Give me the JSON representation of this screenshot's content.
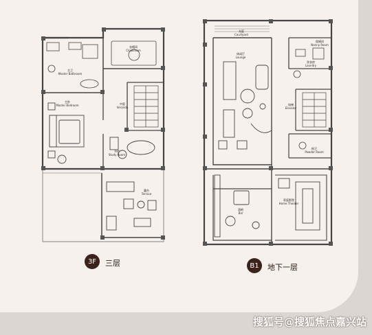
{
  "floors": [
    {
      "badge": "3F",
      "name": "三层",
      "rooms": [
        {
          "cn": "主卫",
          "en": "Master Bathroom"
        },
        {
          "cn": "衣帽间",
          "en": "Cloakroom"
        },
        {
          "cn": "主卧",
          "en": "Master Bedroom"
        },
        {
          "cn": "书房",
          "en": "Study Room"
        },
        {
          "cn": "中庭",
          "en": "Veranda"
        },
        {
          "cn": "露台",
          "en": "Terrace"
        }
      ]
    },
    {
      "badge": "B1",
      "name": "地下一层",
      "rooms": [
        {
          "cn": "休闲厅",
          "en": "Lounge"
        },
        {
          "cn": "光庭",
          "en": "Courtyard"
        },
        {
          "cn": "保姆间",
          "en": "Nanny Room"
        },
        {
          "cn": "洗衣房",
          "en": "Laundry"
        },
        {
          "cn": "电梯",
          "en": "Elevator"
        },
        {
          "cn": "粉卫",
          "en": "Powder Room"
        },
        {
          "cn": "酒吧",
          "en": "Bar"
        },
        {
          "cn": "家庭影院",
          "en": "Home Theater"
        }
      ]
    }
  ],
  "watermark": "搜狐号@搜狐焦点嘉兴站"
}
